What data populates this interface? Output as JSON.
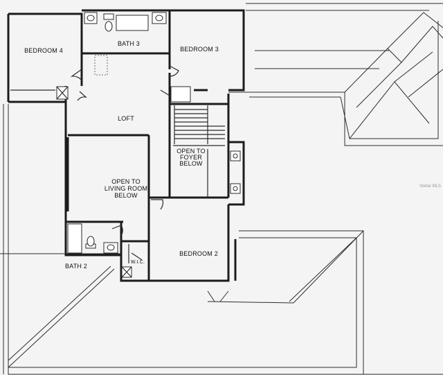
{
  "rooms": {
    "bedroom4": "BEDROOM 4",
    "bath3": "BATH 3",
    "bedroom3": "BEDROOM 3",
    "loft": "LOFT",
    "open_foyer": [
      "OPEN TO",
      "FOYER",
      "BELOW"
    ],
    "open_living": [
      "OPEN TO",
      "LIVING ROOM",
      "BELOW"
    ],
    "bath2": "BATH 2",
    "wic": "W.I.C.",
    "bedroom2": "BEDROOM 2"
  },
  "watermark": "Stellar MLS",
  "colors": {
    "line": "#1c1c1c",
    "paper": "#f4f4f4"
  }
}
